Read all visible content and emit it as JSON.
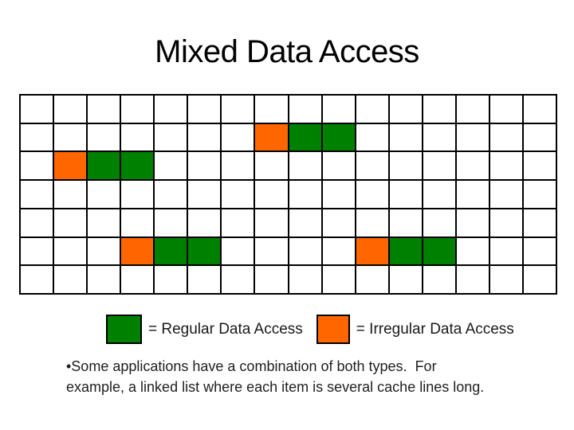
{
  "slide": {
    "title": "Mixed Data Access",
    "background_color": "#ffffff"
  },
  "colors": {
    "regular": "#008000",
    "irregular": "#ff6600",
    "grid_line": "#000000",
    "text": "#1f1f1f"
  },
  "grid": {
    "rows": 7,
    "cols": 16,
    "cells": [
      {
        "row": 1,
        "col": 7,
        "type": "irregular"
      },
      {
        "row": 1,
        "col": 8,
        "type": "regular"
      },
      {
        "row": 1,
        "col": 9,
        "type": "regular"
      },
      {
        "row": 2,
        "col": 1,
        "type": "irregular"
      },
      {
        "row": 2,
        "col": 2,
        "type": "regular"
      },
      {
        "row": 2,
        "col": 3,
        "type": "regular"
      },
      {
        "row": 5,
        "col": 3,
        "type": "irregular"
      },
      {
        "row": 5,
        "col": 4,
        "type": "regular"
      },
      {
        "row": 5,
        "col": 5,
        "type": "regular"
      },
      {
        "row": 5,
        "col": 10,
        "type": "irregular"
      },
      {
        "row": 5,
        "col": 11,
        "type": "regular"
      },
      {
        "row": 5,
        "col": 12,
        "type": "regular"
      }
    ]
  },
  "legend": {
    "regular_label": "= Regular Data Access",
    "irregular_label": "= Irregular Data Access"
  },
  "body": {
    "lines": [
      "•Some applications have a combination of both types.  For",
      "example, a linked list where each item is several cache lines long."
    ]
  }
}
